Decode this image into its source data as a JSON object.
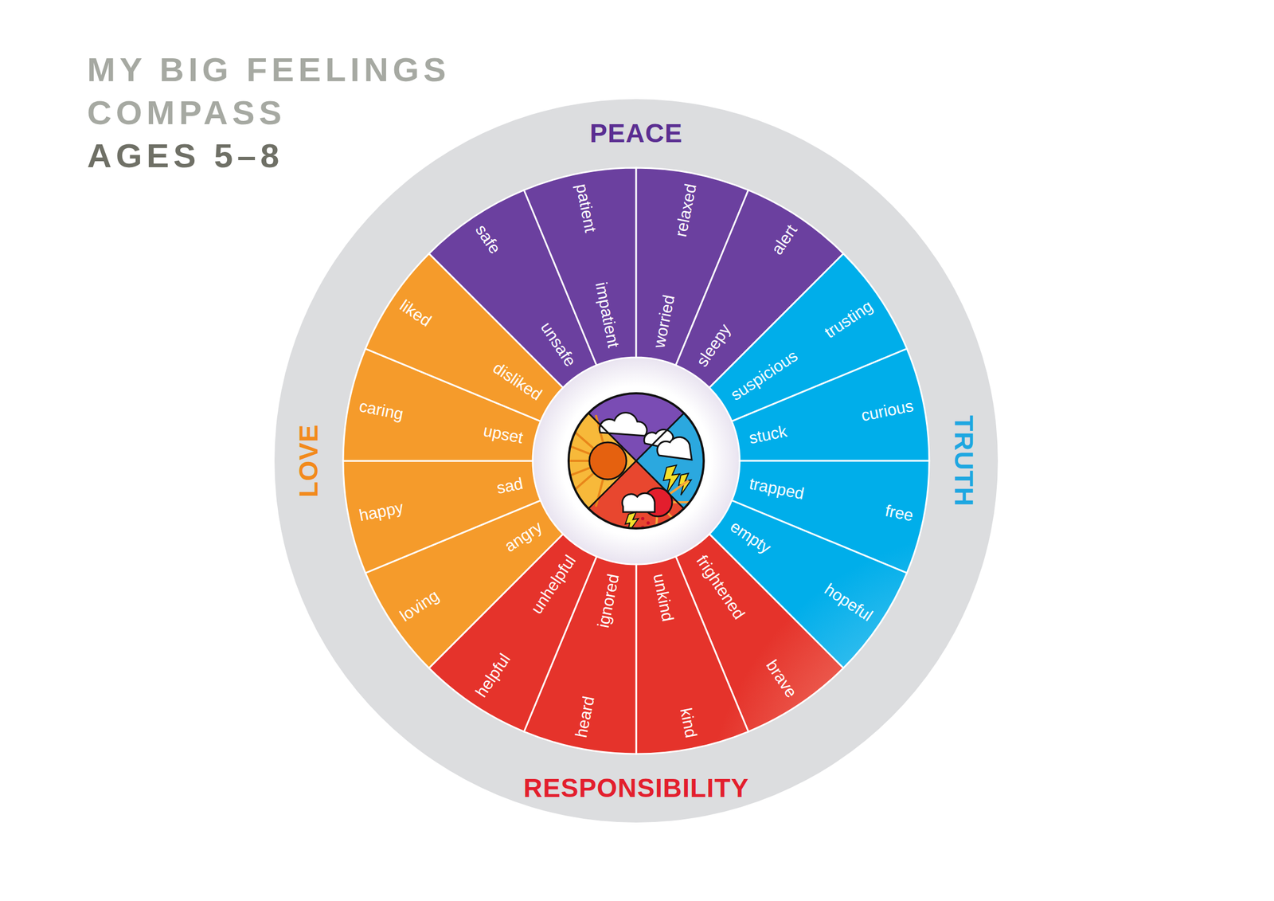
{
  "diagram": {
    "title": "MY BIG FEELINGS COMPASS",
    "nodes": [
      {
        "text": [
          "PEACE"
        ]
      },
      {
        "text": [
          "safe",
          "unsafe"
        ],
        "in": 0
      },
      {
        "text": [
          "patient",
          "impatient"
        ],
        "in": 0
      },
      {
        "text": [
          "relaxed",
          "worried"
        ],
        "in": 0
      },
      {
        "text": [
          "alert",
          "sleepy"
        ],
        "in": 0
      },
      {
        "text": [
          "TRUTH"
        ]
      },
      {
        "text": [
          "trusting",
          "suspicious"
        ],
        "in": 5
      },
      {
        "text": [
          "curious",
          "stuck"
        ],
        "in": 5
      },
      {
        "text": [
          "free",
          "trapped"
        ],
        "in": 5
      },
      {
        "text": [
          "hopeful",
          "empty"
        ],
        "in": 5
      },
      {
        "text": [
          "RESPONSIBILITY"
        ]
      },
      {
        "text": [
          "brave",
          "frightened"
        ],
        "in": 10
      },
      {
        "text": [
          "kind",
          "unkind"
        ],
        "in": 10
      },
      {
        "text": [
          "heard",
          "ignored"
        ],
        "in": 10
      },
      {
        "text": [
          "helpful",
          "unhelpful"
        ],
        "in": 10
      },
      {
        "text": [
          "LOVE"
        ]
      },
      {
        "text": [
          "loving",
          "angry"
        ],
        "in": 15
      },
      {
        "text": [
          "happy",
          "sad"
        ],
        "in": 15
      },
      {
        "text": [
          "caring",
          "upset"
        ],
        "in": 15
      },
      {
        "text": [
          "liked",
          "disliked"
        ],
        "in": 15
      }
    ],
    "labels": [
      "AGES 5–8"
    ]
  }
}
